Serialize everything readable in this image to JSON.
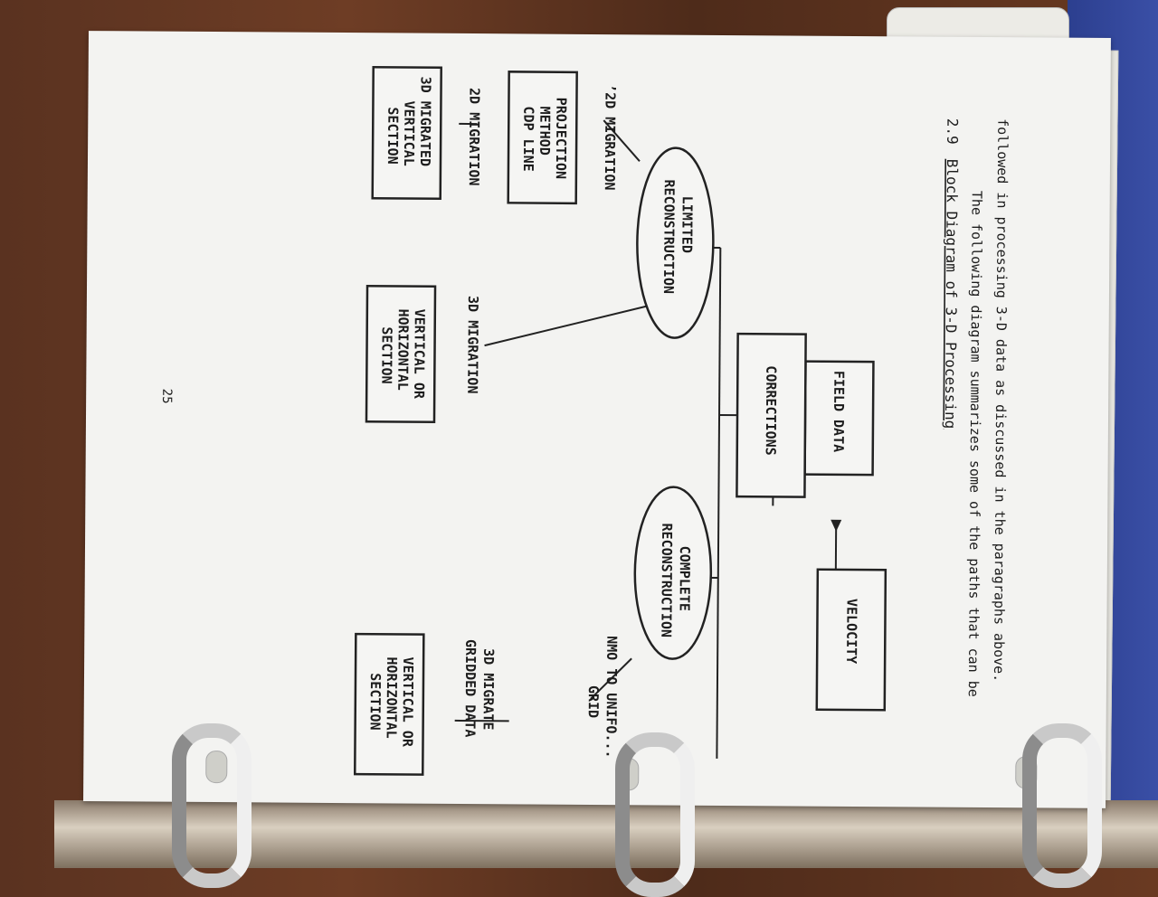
{
  "document": {
    "heading_number": "2.9",
    "heading_title": "Block Diagram of 3-D Processing",
    "intro_line1": "The following diagram summarizes some of the paths that can be",
    "intro_line2": "followed in processing 3-D data as discussed in the paragraphs above.",
    "page_number": "25"
  },
  "diagram": {
    "field_data": "FIELD DATA",
    "velocity": "VELOCITY",
    "corrections": "CORRECTIONS",
    "limited": [
      "LIMITED",
      "RECONSTRUCTION"
    ],
    "complete": [
      "COMPLETE",
      "RECONSTRUCTION"
    ],
    "label_2d_migration_a": "’2D MIGRATION",
    "label_2d_migration_b": "2D MIGRATION",
    "label_3d_migration": "3D MIGRATION",
    "label_nmo": [
      "NMO TO UNIFO...",
      "GRID"
    ],
    "label_3d_migrate": [
      "3D MIGRATE",
      "GRIDDED DATA"
    ],
    "box_projection": [
      "PROJECTION",
      "METHOD",
      "CDP LINE"
    ],
    "box_3d_migrated": [
      "3D MIGRATED",
      "VERTICAL",
      "SECTION"
    ],
    "box_vertical_mid": [
      "VERTICAL OR",
      "HORIZONTAL",
      "SECTION"
    ],
    "box_vertical_right": [
      "VERTICAL OR",
      "HORIZONTAL",
      "SECTION"
    ]
  }
}
